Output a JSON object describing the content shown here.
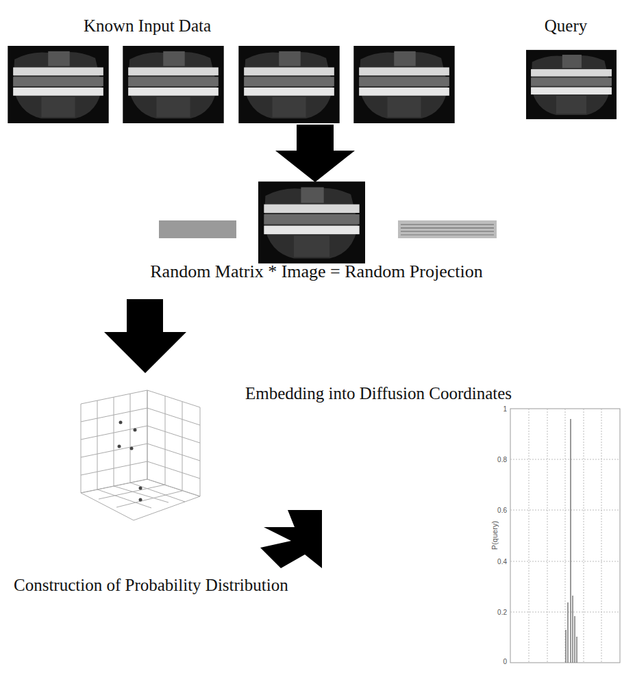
{
  "diagram": {
    "labels": [
      "Known Input Data",
      "Query",
      "Random Matrix * Image = Random Projection",
      "Embedding into Diffusion Coordinates",
      "Construction of Probability Distribution",
      "1",
      "0.8",
      "0.6",
      "0.4",
      "0.2",
      "0",
      "P(query)"
    ]
  }
}
